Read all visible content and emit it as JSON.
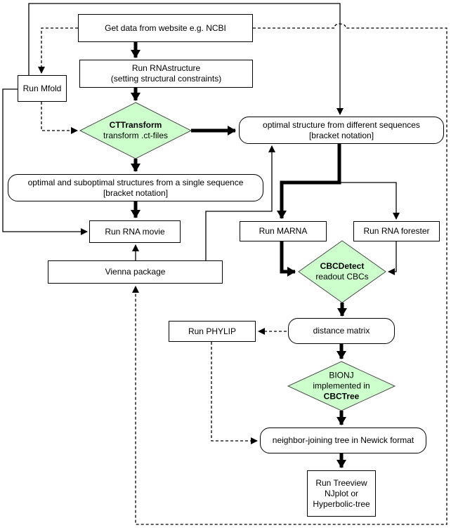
{
  "colors": {
    "diamond_fill": "#ccffcc",
    "node_border": "#000000",
    "line": "#000000",
    "background": "#ffffff"
  },
  "nodes": {
    "get_data": {
      "lines": [
        "Get data from website e.g. NCBI"
      ]
    },
    "run_rnastructure": {
      "lines": [
        "Run RNAstructure",
        "(setting structural constraints)"
      ]
    },
    "run_mfold": {
      "lines": [
        "Run Mfold"
      ]
    },
    "cttransform": {
      "lines": [
        "CTTransform",
        "transform .ct-files"
      ]
    },
    "optimal_structure": {
      "lines": [
        "optimal structure from different sequences",
        "[bracket notation]"
      ]
    },
    "optimal_suboptimal": {
      "lines": [
        "optimal and suboptimal structures from a single sequence",
        "[bracket notation]"
      ]
    },
    "run_rna_movie": {
      "lines": [
        "Run RNA movie"
      ]
    },
    "vienna_package": {
      "lines": [
        "Vienna package"
      ]
    },
    "run_marna": {
      "lines": [
        "Run MARNA"
      ]
    },
    "run_rna_forester": {
      "lines": [
        "Run RNA forester"
      ]
    },
    "cbcdetect": {
      "lines": [
        "CBCDetect",
        "readout CBCs"
      ]
    },
    "run_phylip": {
      "lines": [
        "Run PHYLIP"
      ]
    },
    "distance_matrix": {
      "lines": [
        "distance matrix"
      ]
    },
    "bionj": {
      "lines": [
        "BIONJ",
        "implemented in",
        "CBCTree"
      ]
    },
    "nj_tree": {
      "lines": [
        "neighbor-joining tree in Newick format"
      ]
    },
    "run_treeview": {
      "lines": [
        "Run Treeview",
        "NJplot or",
        "Hyperbolic-tree"
      ]
    }
  }
}
